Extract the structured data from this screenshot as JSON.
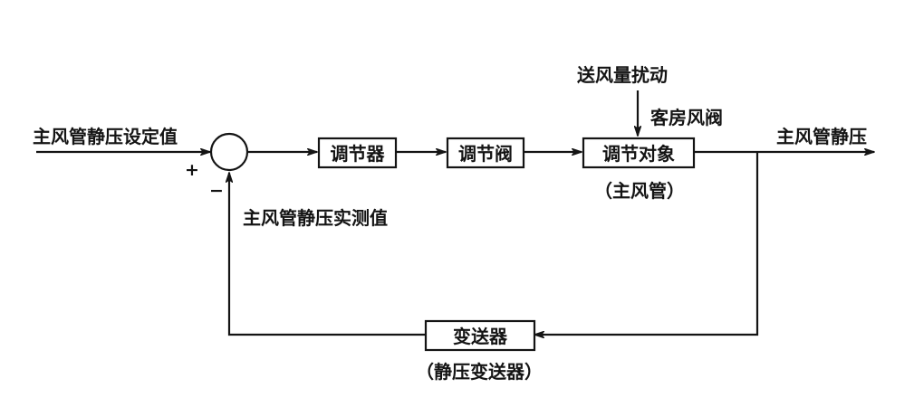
{
  "blocks": {
    "controller": "调节器",
    "valve": "调节阀",
    "plant": "调节对象",
    "plant_note": "（主风管）",
    "transmitter": "变送器",
    "transmitter_note": "（静压变送器）"
  },
  "signals": {
    "setpoint": "主风管静压设定值",
    "output": "主风管静压",
    "measured": "主风管静压实测值",
    "disturbance": "送风量扰动",
    "disturbance_source": "客房风阀"
  },
  "summing_junction": {
    "plus": "+",
    "minus": "−"
  }
}
